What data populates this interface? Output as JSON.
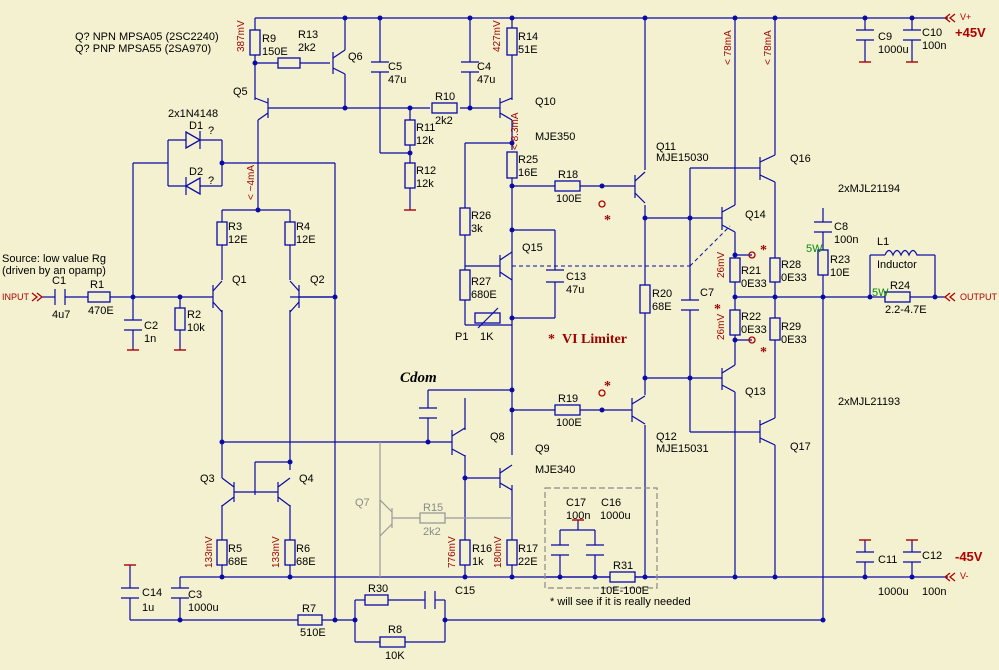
{
  "title": {
    "line1": "Q? NPN MPSA05 (2SC2240)",
    "line2": "Q? PNP MPSA55 (2SA970)"
  },
  "source": {
    "line1": "Source: low value Rg",
    "line2": "(driven by an opamp)"
  },
  "ports": {
    "input": "INPUT",
    "output": "OUTPUT",
    "vplus": "V+",
    "vminus": "V-"
  },
  "rails": {
    "pos": "+45V",
    "neg": "-45V"
  },
  "notes": {
    "cdom": "Cdom",
    "vi_limiter": "VI Limiter",
    "r31_note": "* will see if it is really needed",
    "diodes": "2x1N4148",
    "out_top": "2xMJL21194",
    "out_bot": "2xMJL21193",
    "star": "*",
    "question": "?"
  },
  "components": {
    "C1": [
      "C1",
      "4u7"
    ],
    "R1": [
      "R1",
      "470E"
    ],
    "C2": [
      "C2",
      "1n"
    ],
    "R2": [
      "R2",
      "10k"
    ],
    "Q1": "Q1",
    "Q2": "Q2",
    "Q3": "Q3",
    "Q4": "Q4",
    "Q5": "Q5",
    "Q6": "Q6",
    "Q7": "Q7",
    "Q8": "Q8",
    "Q9": [
      "Q9",
      "MJE340"
    ],
    "Q10": [
      "Q10",
      "MJE350"
    ],
    "Q11": [
      "Q11",
      "MJE15030"
    ],
    "Q12": [
      "Q12",
      "MJE15031"
    ],
    "Q13": "Q13",
    "Q14": "Q14",
    "Q15": "Q15",
    "Q16": "Q16",
    "Q17": "Q17",
    "R3": [
      "R3",
      "12E"
    ],
    "R4": [
      "R4",
      "12E"
    ],
    "R5": [
      "R5",
      "68E"
    ],
    "R6": [
      "R6",
      "68E"
    ],
    "R7": [
      "R7",
      "510E"
    ],
    "R8": [
      "R8",
      "10K"
    ],
    "R9": [
      "R9",
      "150E"
    ],
    "R10": [
      "R10",
      "2k2"
    ],
    "R11": [
      "R11",
      "12k"
    ],
    "R12": [
      "R12",
      "12k"
    ],
    "R13": [
      "R13",
      "2k2"
    ],
    "R14": [
      "R14",
      "51E"
    ],
    "R15": [
      "R15",
      "2k2"
    ],
    "R16": [
      "R16",
      "1k"
    ],
    "R17": [
      "R17",
      "22E"
    ],
    "R18": [
      "R18",
      "100E"
    ],
    "R19": [
      "R19",
      "100E"
    ],
    "R20": [
      "R20",
      "68E"
    ],
    "R21": [
      "R21",
      "0E33"
    ],
    "R22": [
      "R22",
      "0E33"
    ],
    "R23": [
      "R23",
      "10E"
    ],
    "R24": [
      "R24",
      "2.2-4.7E"
    ],
    "R25": [
      "R25",
      "16E"
    ],
    "R26": [
      "R26",
      "3k"
    ],
    "R27": [
      "R27",
      "680E"
    ],
    "R28": [
      "R28",
      "0E33"
    ],
    "R29": [
      "R29",
      "0E33"
    ],
    "R30": "R30",
    "R31": [
      "R31",
      "10E-100E"
    ],
    "P1": [
      "P1",
      "1K"
    ],
    "C3": [
      "C3",
      "1000u"
    ],
    "C4": [
      "C4",
      "47u"
    ],
    "C5": [
      "C5",
      "47u"
    ],
    "C7": "C7",
    "C8": [
      "C8",
      "100n"
    ],
    "C9": [
      "C9",
      "1000u"
    ],
    "C10": [
      "C10",
      "100n"
    ],
    "C11": [
      "C11",
      "1000u"
    ],
    "C12": [
      "C12",
      "100n"
    ],
    "C13": [
      "C13",
      "47u"
    ],
    "C14": [
      "C14",
      "1u"
    ],
    "C15": "C15",
    "C16": [
      "C16",
      "1000u"
    ],
    "C17": [
      "C17",
      "100n"
    ],
    "D1": "D1",
    "D2": "D2",
    "L1": [
      "L1",
      "Inductor"
    ]
  },
  "annotations": {
    "v387": "387mV",
    "v427": "427mV",
    "i4": "< ~4mA",
    "i83": "< 8.3mA",
    "i78a": "< 78mA",
    "i78b": "< 78mA",
    "v133a": "133mV",
    "v133b": "133mV",
    "v776": "776mV",
    "v180": "180mV",
    "v26a": "26mV",
    "v26b": "26mV",
    "w5a": "5W",
    "w5b": "5W"
  },
  "colors": {
    "background": "#f3f1cf",
    "wire": "#0a0aa8",
    "annotation": "#9e0000",
    "power_rating": "#0a8a0a",
    "disabled": "#9a9a9a"
  }
}
